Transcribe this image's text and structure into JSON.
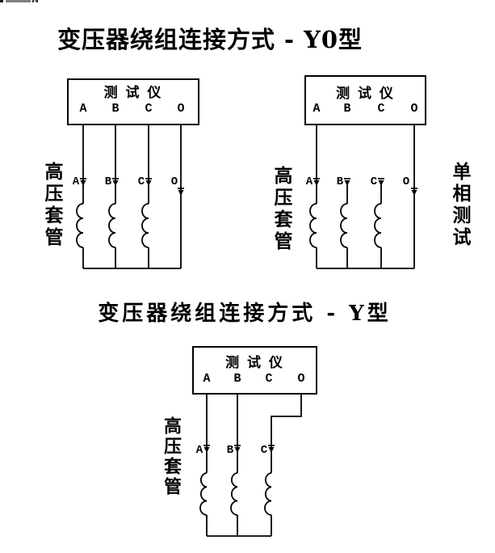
{
  "titles": {
    "y0_type": "变压器绕组连接方式 - Y0型",
    "y_type": "变压器绕组连接方式 - Y型"
  },
  "diagrams": {
    "d1": {
      "tester_label": "测 试 仪",
      "terminals": [
        "A",
        "B",
        "C",
        "O"
      ],
      "bushings": [
        "A",
        "B",
        "C",
        "O"
      ],
      "left_label": "高压套管"
    },
    "d2": {
      "tester_label": "测 试 仪",
      "terminals": [
        "A",
        "B",
        "C",
        "O"
      ],
      "bushings": [
        "A",
        "B",
        "C",
        "O"
      ],
      "left_label": "高压套管",
      "right_label": "单相测试"
    },
    "d3": {
      "tester_label": "测 试 仪",
      "terminals": [
        "A",
        "B",
        "C",
        "O"
      ],
      "bushings": [
        "A",
        "B",
        "C"
      ],
      "left_label": "高压套管"
    }
  },
  "colors": {
    "line": "#000000",
    "background": "#ffffff",
    "artifact_gray": "#808080"
  }
}
